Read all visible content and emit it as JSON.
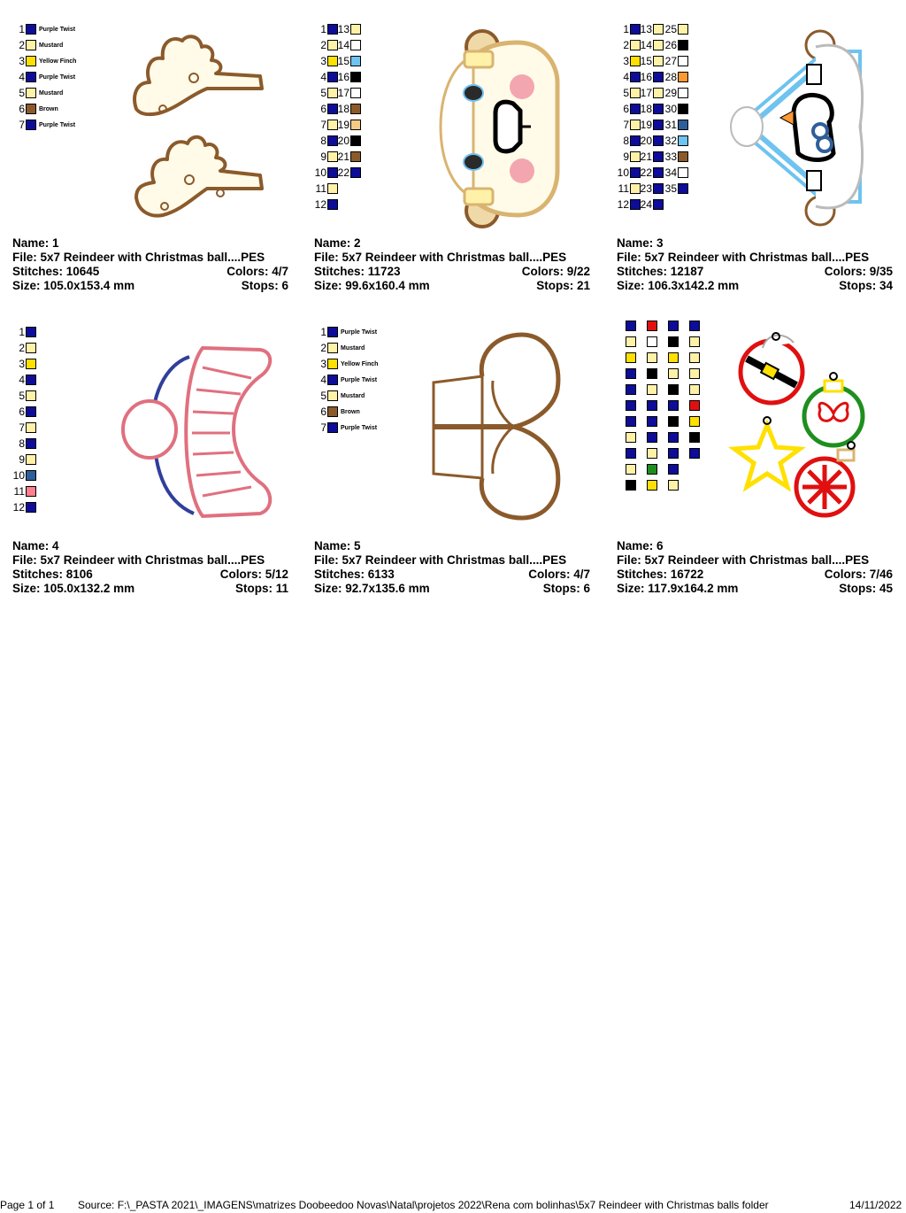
{
  "colors": {
    "navy": "#0d0d99",
    "cream": "#fff2a8",
    "yellow": "#ffe000",
    "brown": "#8b5a2b",
    "black": "#000000",
    "white": "#ffffff",
    "lightblue": "#6ec3f0",
    "tan": "#f5c987",
    "orange": "#ff9933",
    "teal": "#2f5f9a",
    "pink": "#ff7f8f",
    "red": "#e01010",
    "green": "#1e8f1e"
  },
  "designs": [
    {
      "name_label": "Name: 1",
      "file_label": "File: 5x7 Reindeer with Christmas ball....PES",
      "stitches_label": "Stitches: 10645",
      "colors_label": "Colors: 4/7",
      "size_label": "Size: 105.0x153.4 mm",
      "stops_label": "Stops: 6",
      "chips": [
        {
          "n": "1",
          "c": "navy",
          "name": "Purple Twist"
        },
        {
          "n": "2",
          "c": "cream",
          "name": "Mustard"
        },
        {
          "n": "3",
          "c": "yellow",
          "name": "Yellow Finch"
        },
        {
          "n": "4",
          "c": "navy",
          "name": "Purple Twist"
        },
        {
          "n": "5",
          "c": "cream",
          "name": "Mustard"
        },
        {
          "n": "6",
          "c": "brown",
          "name": "Brown"
        },
        {
          "n": "7",
          "c": "navy",
          "name": "Purple Twist"
        }
      ]
    },
    {
      "name_label": "Name: 2",
      "file_label": "File: 5x7 Reindeer with Christmas ball....PES",
      "stitches_label": "Stitches: 11723",
      "colors_label": "Colors: 9/22",
      "size_label": "Size: 99.6x160.4 mm",
      "stops_label": "Stops: 21",
      "chips": [
        {
          "n": "1",
          "c": "navy"
        },
        {
          "n": "2",
          "c": "cream"
        },
        {
          "n": "3",
          "c": "yellow"
        },
        {
          "n": "4",
          "c": "navy"
        },
        {
          "n": "5",
          "c": "cream"
        },
        {
          "n": "6",
          "c": "navy"
        },
        {
          "n": "7",
          "c": "cream"
        },
        {
          "n": "8",
          "c": "navy"
        },
        {
          "n": "9",
          "c": "cream"
        },
        {
          "n": "10",
          "c": "navy"
        },
        {
          "n": "11",
          "c": "cream"
        },
        {
          "n": "12",
          "c": "navy"
        },
        {
          "n": "13",
          "c": "cream"
        },
        {
          "n": "14",
          "c": "white"
        },
        {
          "n": "15",
          "c": "lightblue"
        },
        {
          "n": "16",
          "c": "black"
        },
        {
          "n": "17",
          "c": "white"
        },
        {
          "n": "18",
          "c": "brown"
        },
        {
          "n": "19",
          "c": "tan"
        },
        {
          "n": "20",
          "c": "black"
        },
        {
          "n": "21",
          "c": "brown"
        },
        {
          "n": "22",
          "c": "navy"
        }
      ]
    },
    {
      "name_label": "Name: 3",
      "file_label": "File: 5x7 Reindeer with Christmas ball....PES",
      "stitches_label": "Stitches: 12187",
      "colors_label": "Colors: 9/35",
      "size_label": "Size: 106.3x142.2 mm",
      "stops_label": "Stops: 34",
      "chips": [
        {
          "n": "1",
          "c": "navy"
        },
        {
          "n": "2",
          "c": "cream"
        },
        {
          "n": "3",
          "c": "yellow"
        },
        {
          "n": "4",
          "c": "navy"
        },
        {
          "n": "5",
          "c": "cream"
        },
        {
          "n": "6",
          "c": "navy"
        },
        {
          "n": "7",
          "c": "cream"
        },
        {
          "n": "8",
          "c": "navy"
        },
        {
          "n": "9",
          "c": "cream"
        },
        {
          "n": "10",
          "c": "navy"
        },
        {
          "n": "11",
          "c": "cream"
        },
        {
          "n": "12",
          "c": "navy"
        },
        {
          "n": "13",
          "c": "cream"
        },
        {
          "n": "14",
          "c": "cream"
        },
        {
          "n": "15",
          "c": "cream"
        },
        {
          "n": "16",
          "c": "navy"
        },
        {
          "n": "17",
          "c": "cream"
        },
        {
          "n": "18",
          "c": "navy"
        },
        {
          "n": "19",
          "c": "navy"
        },
        {
          "n": "20",
          "c": "navy"
        },
        {
          "n": "21",
          "c": "navy"
        },
        {
          "n": "22",
          "c": "navy"
        },
        {
          "n": "23",
          "c": "navy"
        },
        {
          "n": "24",
          "c": "navy"
        },
        {
          "n": "25",
          "c": "cream"
        },
        {
          "n": "26",
          "c": "black"
        },
        {
          "n": "27",
          "c": "white"
        },
        {
          "n": "28",
          "c": "orange"
        },
        {
          "n": "29",
          "c": "white"
        },
        {
          "n": "30",
          "c": "black"
        },
        {
          "n": "31",
          "c": "teal"
        },
        {
          "n": "32",
          "c": "lightblue"
        },
        {
          "n": "33",
          "c": "brown"
        },
        {
          "n": "34",
          "c": "white"
        },
        {
          "n": "35",
          "c": "navy"
        }
      ]
    },
    {
      "name_label": "Name: 4",
      "file_label": "File: 5x7 Reindeer with Christmas ball....PES",
      "stitches_label": "Stitches: 8106",
      "colors_label": "Colors: 5/12",
      "size_label": "Size: 105.0x132.2 mm",
      "stops_label": "Stops: 11",
      "chips": [
        {
          "n": "1",
          "c": "navy"
        },
        {
          "n": "2",
          "c": "cream"
        },
        {
          "n": "3",
          "c": "yellow"
        },
        {
          "n": "4",
          "c": "navy"
        },
        {
          "n": "5",
          "c": "cream"
        },
        {
          "n": "6",
          "c": "navy"
        },
        {
          "n": "7",
          "c": "cream"
        },
        {
          "n": "8",
          "c": "navy"
        },
        {
          "n": "9",
          "c": "cream"
        },
        {
          "n": "10",
          "c": "teal"
        },
        {
          "n": "11",
          "c": "pink"
        },
        {
          "n": "12",
          "c": "navy"
        }
      ]
    },
    {
      "name_label": "Name: 5",
      "file_label": "File: 5x7 Reindeer with Christmas ball....PES",
      "stitches_label": "Stitches: 6133",
      "colors_label": "Colors: 4/7",
      "size_label": "Size: 92.7x135.6 mm",
      "stops_label": "Stops: 6",
      "chips": [
        {
          "n": "1",
          "c": "navy",
          "name": "Purple Twist"
        },
        {
          "n": "2",
          "c": "cream",
          "name": "Mustard"
        },
        {
          "n": "3",
          "c": "yellow",
          "name": "Yellow Finch"
        },
        {
          "n": "4",
          "c": "navy",
          "name": "Purple Twist"
        },
        {
          "n": "5",
          "c": "cream",
          "name": "Mustard"
        },
        {
          "n": "6",
          "c": "brown",
          "name": "Brown"
        },
        {
          "n": "7",
          "c": "navy",
          "name": "Purple Twist"
        }
      ]
    },
    {
      "name_label": "Name: 6",
      "file_label": "File: 5x7 Reindeer with Christmas ball....PES",
      "stitches_label": "Stitches: 16722",
      "colors_label": "Colors: 7/46",
      "size_label": "Size: 117.9x164.2 mm",
      "stops_label": "Stops: 45",
      "chip_columns": [
        [
          "navy",
          "cream",
          "yellow",
          "navy",
          "navy",
          "navy",
          "navy",
          "cream",
          "navy",
          "cream",
          "black"
        ],
        [
          "red",
          "white",
          "cream",
          "black",
          "cream",
          "navy",
          "navy",
          "navy",
          "cream",
          "green",
          "yellow"
        ],
        [
          "navy",
          "black",
          "yellow",
          "cream",
          "black",
          "navy",
          "black",
          "navy",
          "navy",
          "navy",
          "cream"
        ],
        [
          "navy",
          "cream",
          "cream",
          "cream",
          "cream",
          "red",
          "yellow",
          "black",
          "navy"
        ]
      ]
    }
  ],
  "footer": {
    "page": "Page 1 of 1",
    "source": "Source: F:\\_PASTA 2021\\_IMAGENS\\matrizes Doobeedoo Novas\\Natal\\projetos 2022\\Rena com bolinhas\\5x7 Reindeer with Christmas balls folder",
    "date": "14/11/2022"
  }
}
